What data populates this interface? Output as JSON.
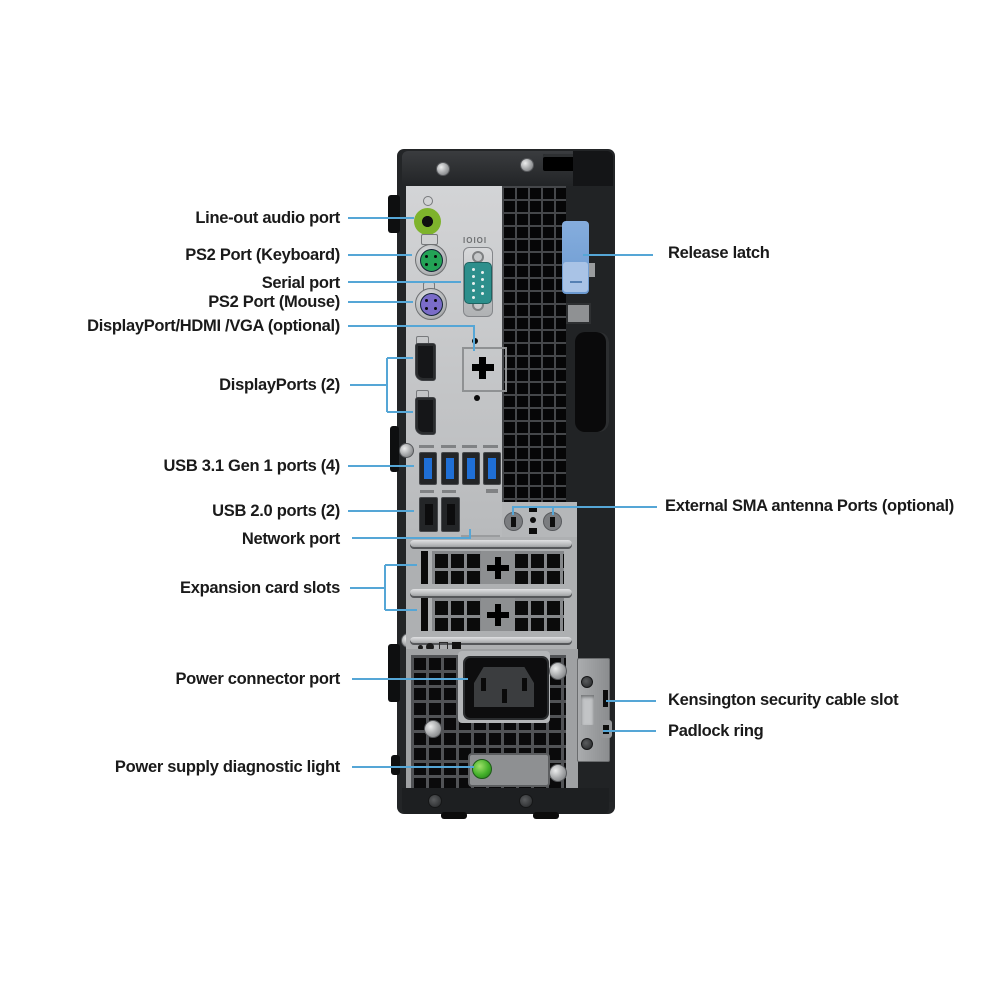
{
  "labels": {
    "left": [
      {
        "text": "Line-out audio port"
      },
      {
        "text": "PS2 Port (Keyboard)"
      },
      {
        "text": "Serial port"
      },
      {
        "text": "PS2 Port (Mouse)"
      },
      {
        "text": "DisplayPort/HDMI /VGA (optional)"
      },
      {
        "text": "DisplayPorts (2)"
      },
      {
        "text": "USB 3.1 Gen 1 ports (4)"
      },
      {
        "text": "USB 2.0 ports (2)"
      },
      {
        "text": "Network port"
      },
      {
        "text": "Expansion card slots"
      },
      {
        "text": "Power connector port"
      },
      {
        "text": "Power supply diagnostic light"
      }
    ],
    "right": [
      {
        "text": "Release latch"
      },
      {
        "text": "External SMA antenna Ports (optional)"
      },
      {
        "text": "Kensington security cable slot"
      },
      {
        "text": "Padlock ring"
      }
    ]
  },
  "panel": {
    "serial_badge": "IOIOI"
  },
  "icons": {
    "above_audio": "line-out-icon",
    "above_ps2_keyboard": "keyboard-icon",
    "above_ps2_mouse": "mouse-icon",
    "above_displayports": "displayport-icon",
    "above_usb3": "usb-superspeed-icon",
    "above_usb2": "usb-icon",
    "above_network": "network-icon"
  },
  "colors": {
    "accent": "#55a6d6",
    "latch-blue": "#7ea9dc",
    "audio-green": "#7eb32c",
    "ps2-green": "#23a356",
    "ps2-purple": "#7a6cc8",
    "serial-teal": "#2d8f8c",
    "usb-blue": "#1f6fd6",
    "led-green": "#43b02a",
    "label-text": "#1a1a1a"
  }
}
